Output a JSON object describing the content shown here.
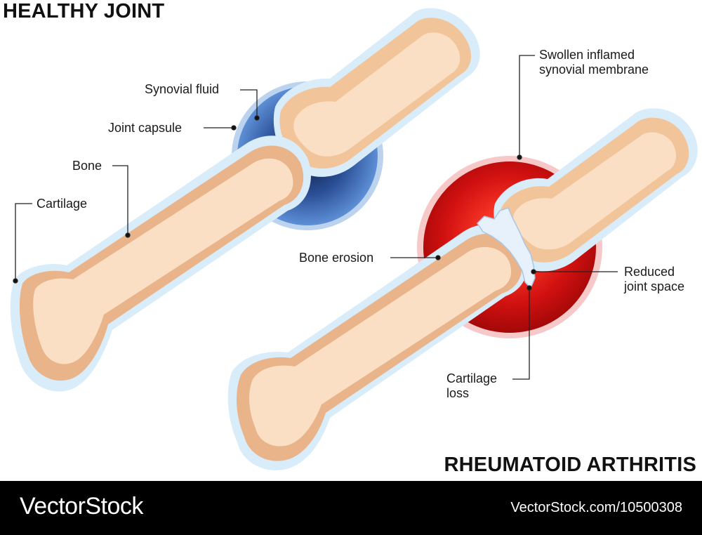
{
  "titles": {
    "healthy": "HEALTHY JOINT",
    "ra": "RHEUMATOID ARTHRITIS"
  },
  "healthy_labels": {
    "synovial_fluid": "Synovial fluid",
    "joint_capsule": "Joint capsule",
    "bone": "Bone",
    "cartilage": "Cartilage"
  },
  "ra_labels": {
    "swollen_line1": "Swollen inflamed",
    "swollen_line2": "synovial membrane",
    "bone_erosion": "Bone erosion",
    "reduced_line1": "Reduced",
    "reduced_line2": "joint space",
    "cartilage_loss_line1": "Cartilage",
    "cartilage_loss_line2": "loss"
  },
  "footer": {
    "brand": "VectorStock",
    "url": "VectorStock.com/10500308"
  },
  "colors": {
    "bone": "#f8d7b8",
    "bone_shadow": "#e9b890",
    "cartilage": "#d5e8f7",
    "healthy_capsule": "#3f6fb8",
    "inflamed": "#d41a1a",
    "inflamed_halo": "#f6c8c8",
    "footer_bg": "#000000"
  }
}
